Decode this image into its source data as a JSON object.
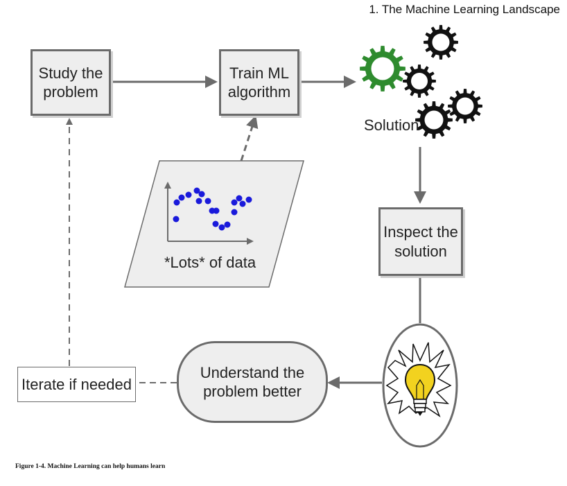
{
  "header": {
    "chapter_title": "1. The Machine Learning Landscape"
  },
  "nodes": {
    "study": "Study the\nproblem",
    "train": "Train ML\nalgorithm",
    "solution": "Solution",
    "inspect": "Inspect the\nsolution",
    "understand": "Understand the\nproblem better",
    "iterate": "Iterate if needed",
    "data": "*Lots* of data"
  },
  "caption": "Figure 1-4. Machine Learning can help humans learn",
  "colors": {
    "box_fill": "#eeeeee",
    "border": "#6b6b6b",
    "green_gear": "#2e8b2e",
    "black_gear": "#111111",
    "data_points": "#1a1adb",
    "bulb": "#f2d21f"
  },
  "icons": [
    "gear-icon",
    "lightbulb-icon",
    "scatter-plot-icon"
  ]
}
